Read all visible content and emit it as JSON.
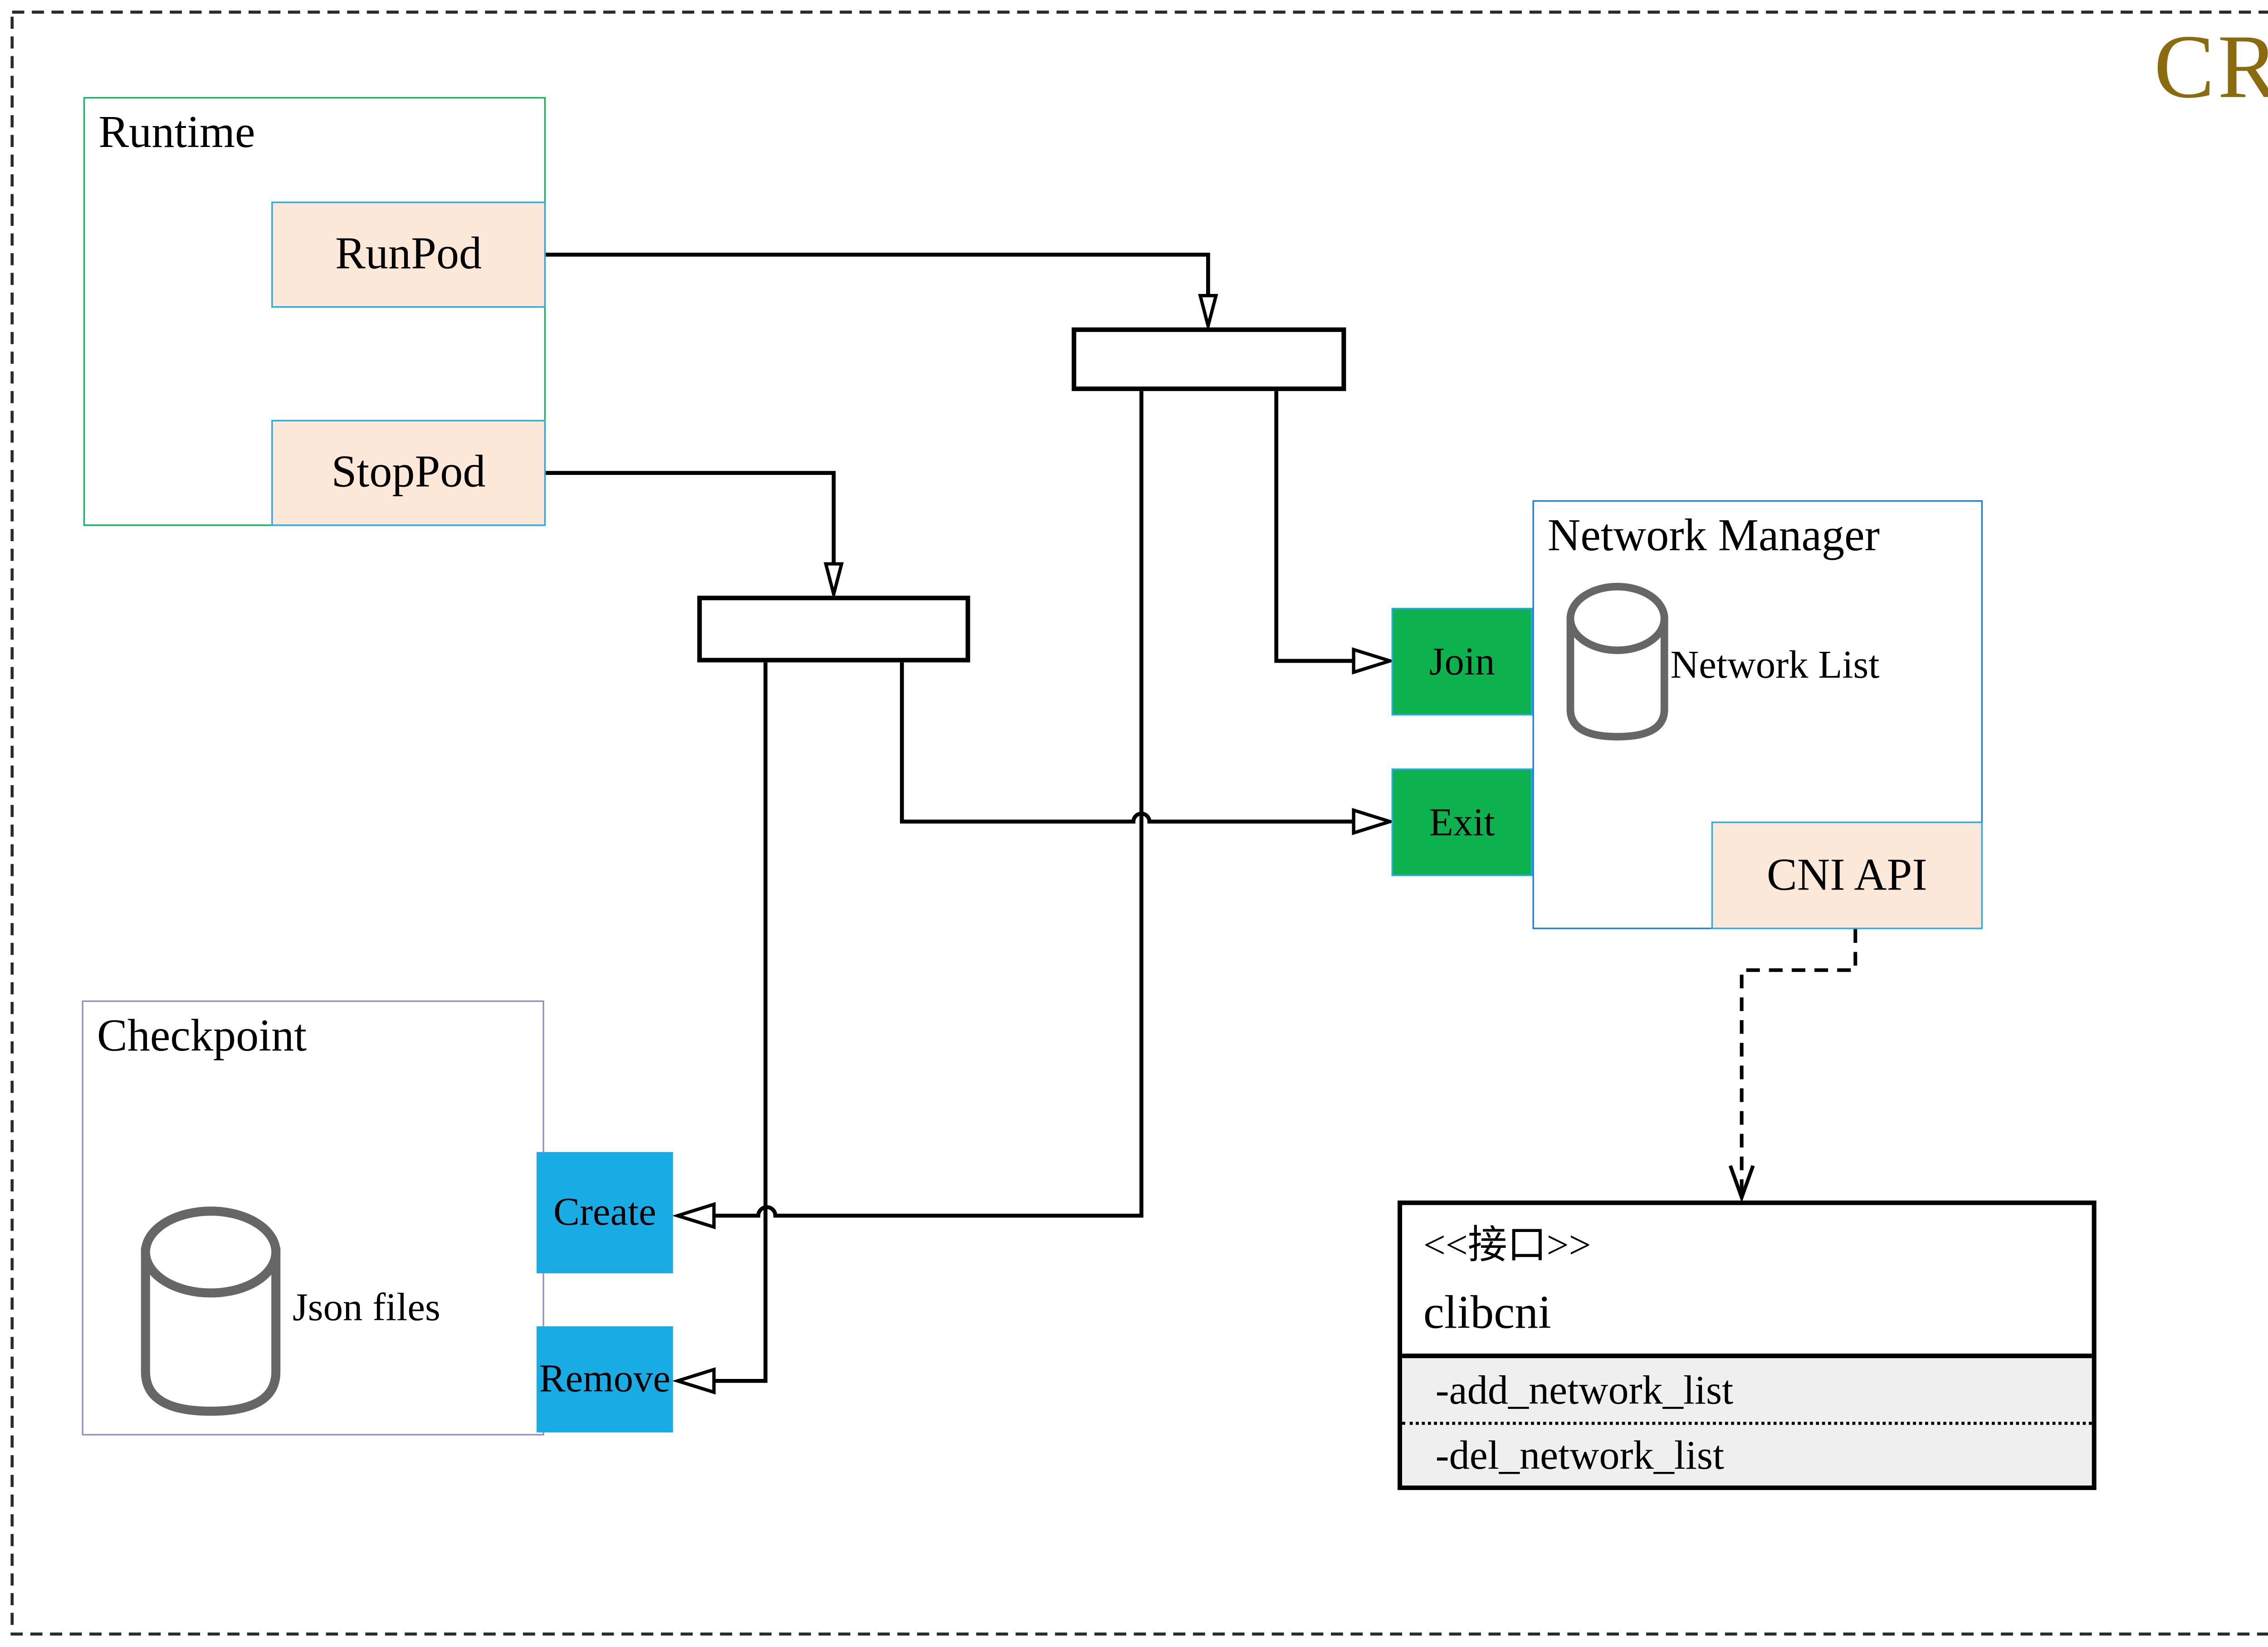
{
  "header": {
    "title": "CRI"
  },
  "runtime": {
    "label": "Runtime",
    "run_pod": "RunPod",
    "stop_pod": "StopPod"
  },
  "network_manager": {
    "label": "Network Manager",
    "network_list": "Network List",
    "join": "Join",
    "exit": "Exit",
    "cni_api": "CNI API"
  },
  "checkpoint": {
    "label": "Checkpoint",
    "json_files": "Json files",
    "create": "Create",
    "remove": "Remove"
  },
  "clibcni": {
    "stereotype": "<<接口>>",
    "name": "clibcni",
    "methods": [
      "-add_network_list",
      "-del_network_list"
    ]
  },
  "colors": {
    "title_color": "#8b6b10",
    "runtime_border": "#12b35a",
    "checkpoint_border": "#9c8ac6",
    "netmgr_border": "#1e7fd8",
    "cyan_border": "#29abe2",
    "peach_fill": "#fbe8d8",
    "green_fill": "#0db14e",
    "blue_fill": "#19ace4",
    "attr_bg": "#efefef",
    "cylinder_stroke": "#666666"
  },
  "icons": {
    "network_list_icon": "database-cylinder",
    "json_files_icon": "database-cylinder"
  }
}
